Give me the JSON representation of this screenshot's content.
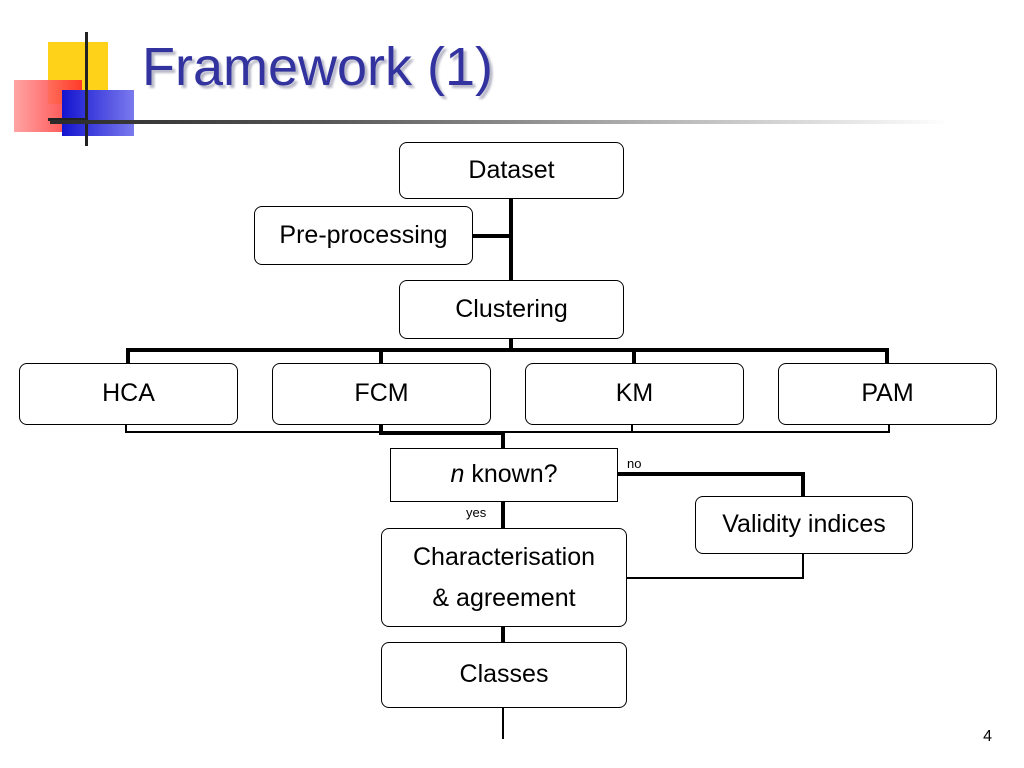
{
  "slide": {
    "title": "Framework (1)",
    "page_number": "4"
  },
  "diagram": {
    "nodes": {
      "dataset": "Dataset",
      "preprocessing": "Pre-processing",
      "clustering": "Clustering",
      "hca": "HCA",
      "fcm": "FCM",
      "km": "KM",
      "pam": "PAM",
      "n_known_var": "n",
      "n_known_rest": " known?",
      "validity": "Validity indices",
      "characterisation_line1": "Characterisation",
      "characterisation_line2": "& agreement",
      "classes": "Classes"
    },
    "edge_labels": {
      "no": "no",
      "yes": "yes"
    }
  }
}
